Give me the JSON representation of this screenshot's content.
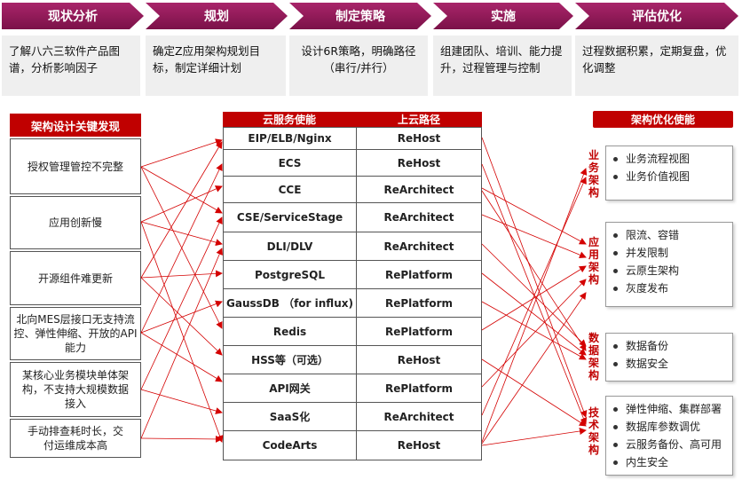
{
  "stages": [
    {
      "title": "现状分析",
      "desc": "了解八六三软件产品图谱，分析影响因子"
    },
    {
      "title": "规划",
      "desc": "确定Z应用架构规划目标，制定详细计划"
    },
    {
      "title": "制定策略",
      "desc": "设计6R策略，明确路径（串行/并行）"
    },
    {
      "title": "实施",
      "desc": "组建团队、培训、能力提升，过程管理与控制"
    },
    {
      "title": "评估优化",
      "desc": "过程数据积累，定期复盘，优化调整"
    }
  ],
  "findings": {
    "title": "架构设计关键发现",
    "items": [
      "授权管理管控不完整",
      "应用创新慢",
      "开源组件难更新",
      "北向MES层接口无支持流控、弹性伸缩、开放的API能力",
      "某核心业务模块单体架构，不支持大规模数据接入",
      "手动排查耗时长，交付运维成本高"
    ]
  },
  "services": {
    "col1_title": "云服务使能",
    "col2_title": "上云路径",
    "rows": [
      {
        "service": "EIP/ELB/Nginx",
        "path": "ReHost"
      },
      {
        "service": "ECS",
        "path": "ReHost"
      },
      {
        "service": "CCE",
        "path": "ReArchitect"
      },
      {
        "service": "CSE/ServiceStage",
        "path": "ReArchitect"
      },
      {
        "service": "DLI/DLV",
        "path": "ReArchitect"
      },
      {
        "service": "PostgreSQL",
        "path": "RePlatform"
      },
      {
        "service": "GaussDB （for influx)",
        "path": "RePlatform"
      },
      {
        "service": "Redis",
        "path": "RePlatform"
      },
      {
        "service": "HSS等（可选）",
        "path": "ReHost"
      },
      {
        "service": "API网关",
        "path": "RePlatform"
      },
      {
        "service": "SaaS化",
        "path": "ReArchitect"
      },
      {
        "service": "CodeArts",
        "path": "ReHost"
      }
    ]
  },
  "optimization": {
    "title": "架构优化使能",
    "groups": [
      {
        "label": "业务架构",
        "items": [
          "业务流程视图",
          "业务价值视图"
        ]
      },
      {
        "label": "应用架构",
        "items": [
          "限流、容错",
          "并发限制",
          "云原生架构",
          "灰度发布"
        ]
      },
      {
        "label": "数据架构",
        "items": [
          "数据备份",
          "数据安全"
        ]
      },
      {
        "label": "技术架构",
        "items": [
          "弹性伸缩、集群部署",
          "数据库参数调优",
          "云服务备份、高可用",
          "内生安全"
        ]
      }
    ]
  },
  "colors": {
    "accent": "#c00000",
    "chevron": "#8e1a58",
    "arrow": "#d40000"
  }
}
